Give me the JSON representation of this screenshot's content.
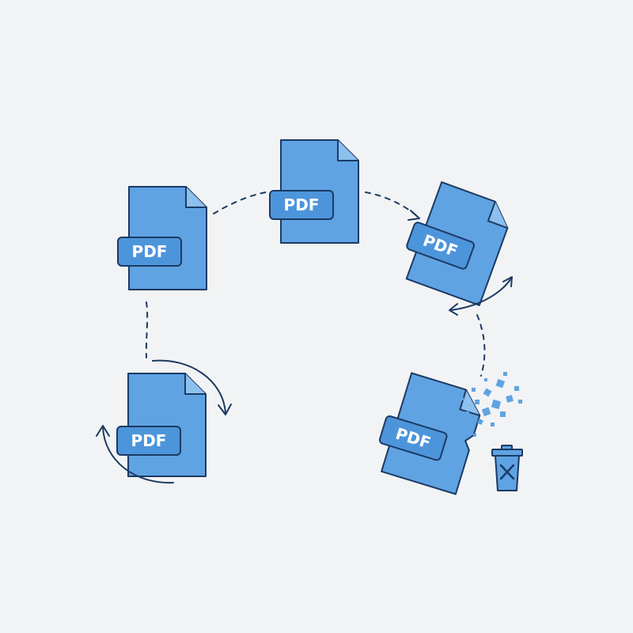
{
  "colors": {
    "background": "#f2f3f4",
    "document_fill": "#5fa3e3",
    "document_fold": "#8cc0ee",
    "outline": "#1c3a63",
    "label_fill": "#4d95db",
    "particle": "#5fa3e3"
  },
  "documents": [
    {
      "id": "top-left",
      "label": "PDF"
    },
    {
      "id": "top-center",
      "label": "PDF"
    },
    {
      "id": "top-right-rotated",
      "label": "PDF"
    },
    {
      "id": "bottom-left-rotating",
      "label": "PDF"
    },
    {
      "id": "bottom-right-deleting",
      "label": "PDF"
    }
  ],
  "icons": {
    "trash": "trash-icon",
    "delete_mark": "x-mark-icon"
  }
}
